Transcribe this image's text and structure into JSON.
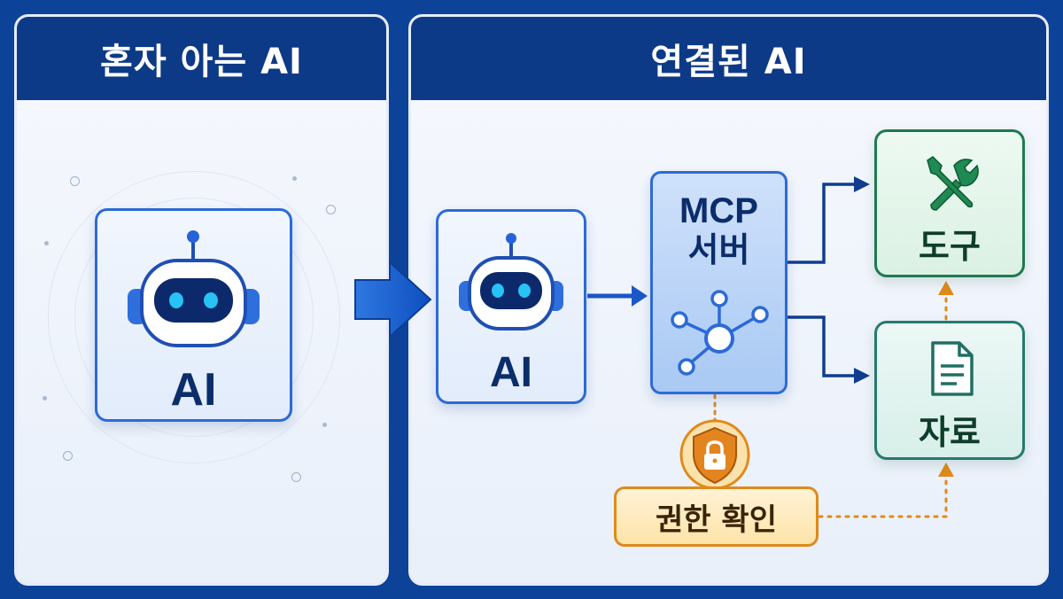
{
  "left_panel": {
    "title": "혼자 아는 AI",
    "ai_label": "AI"
  },
  "right_panel": {
    "title": "연결된 AI",
    "ai_label": "AI",
    "mcp": {
      "line1": "MCP",
      "line2": "서버"
    },
    "tool": {
      "label": "도구",
      "icon": "wrench-screwdriver-icon"
    },
    "data": {
      "label": "자료",
      "icon": "document-icon"
    },
    "permission": {
      "label": "권한 확인",
      "icon": "shield-lock-icon"
    }
  },
  "colors": {
    "frame": "#0d4299",
    "header": "#0d3a86",
    "ai_border": "#2c6ad6",
    "tool_green": "#1e7a4e",
    "permission_orange": "#e08a1a"
  }
}
